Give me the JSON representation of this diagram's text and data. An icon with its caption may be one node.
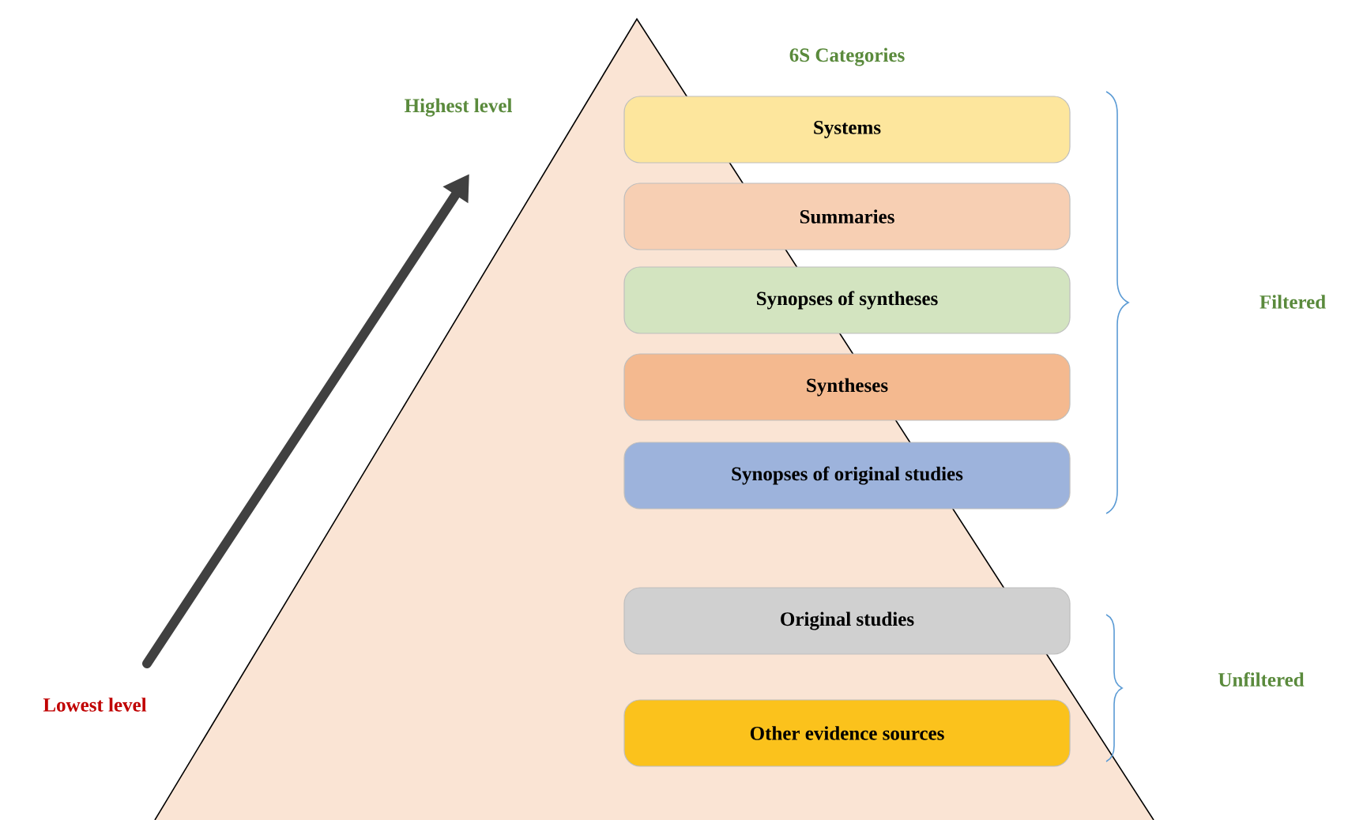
{
  "diagram": {
    "title": "6S Categories",
    "nodes": [
      {
        "text": [
          "Systems"
        ]
      },
      {
        "text": [
          "Summaries"
        ]
      },
      {
        "text": [
          "Synopses of syntheses"
        ]
      },
      {
        "text": [
          "Syntheses"
        ]
      },
      {
        "text": [
          "Synopses of original studies"
        ]
      },
      {
        "text": [
          "Original studies"
        ]
      },
      {
        "text": [
          "Other evidence sources"
        ]
      }
    ],
    "labels": [
      "Highest level",
      "Lowest level",
      "Filtered",
      "Unfiltered"
    ]
  }
}
